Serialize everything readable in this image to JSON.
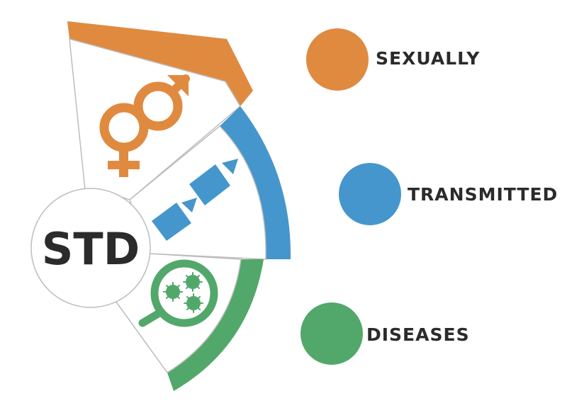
{
  "center": {
    "label": "STD"
  },
  "segments": [
    {
      "label": "SEXUALLY",
      "color": "#e08a40",
      "icon": "gender-symbols-icon"
    },
    {
      "label": "TRANSMITTED",
      "color": "#4596cc",
      "icon": "transmission-arrows-icon"
    },
    {
      "label": "DISEASES",
      "color": "#52a86a",
      "icon": "virus-magnifier-icon"
    }
  ],
  "colors": {
    "text": "#2b2b2b",
    "outline": "#bdbdbd",
    "fill": "#ffffff"
  }
}
